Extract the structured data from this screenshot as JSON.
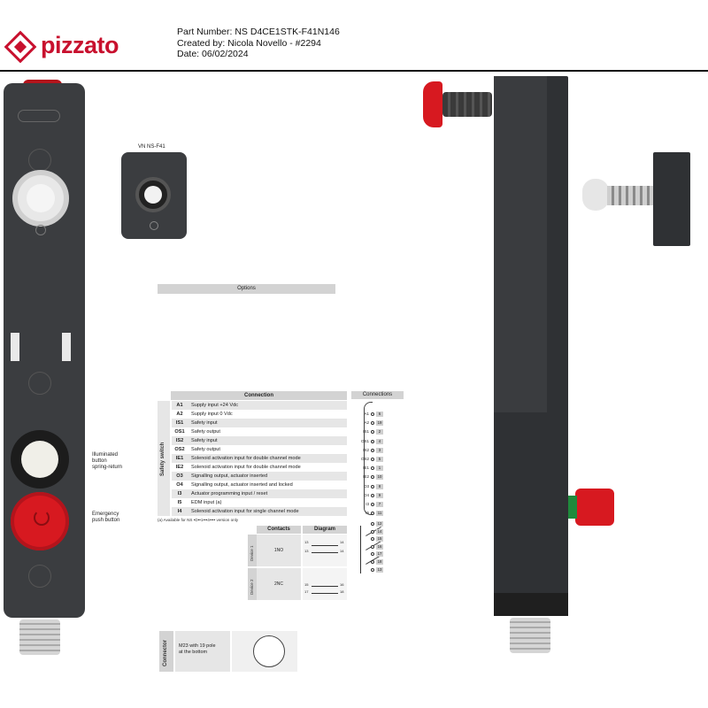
{
  "header": {
    "brand": "pizzato",
    "part_number": "Part Number: NS D4CE1STK-F41N146",
    "created_by": "Created by: Nicola Novello - #2294",
    "date": "Date: 06/02/2024"
  },
  "front_view": {
    "illuminated_label": "Illuminated\nbutton\nspring-return",
    "emergency_label": "Emergency\npush button"
  },
  "variant": {
    "label": "VN NS-F41"
  },
  "options": {
    "title": "Options"
  },
  "connection_table": {
    "title": "Connection",
    "side_label": "Safety switch",
    "rows": [
      {
        "code": "A1",
        "desc": "Supply input +24 Vdc"
      },
      {
        "code": "A2",
        "desc": "Supply input 0 Vdc"
      },
      {
        "code": "IS1",
        "desc": "Safety input"
      },
      {
        "code": "OS1",
        "desc": "Safety output"
      },
      {
        "code": "IS2",
        "desc": "Safety input"
      },
      {
        "code": "OS2",
        "desc": "Safety output"
      },
      {
        "code": "IE1",
        "desc": "Solenoid activation input for double channel mode"
      },
      {
        "code": "IE2",
        "desc": "Solenoid activation input for double channel mode"
      },
      {
        "code": "O3",
        "desc": "Signalling output, actuator inserted"
      },
      {
        "code": "O4",
        "desc": "Signalling output, actuator inserted and locked"
      },
      {
        "code": "I3",
        "desc": "Actuator programming input / reset"
      },
      {
        "code": "I5",
        "desc": "EDM input (a)"
      },
      {
        "code": "I4",
        "desc": "Solenoid activation input for single channel mode"
      }
    ],
    "footnote": "(a) Available for NS •D••1•••4•••• version only"
  },
  "connections": {
    "title": "Connections",
    "pins": [
      {
        "label": "A1",
        "num": "6"
      },
      {
        "label": "A2",
        "num": "19"
      },
      {
        "label": "IS1",
        "num": "2"
      },
      {
        "label": "OS1",
        "num": "4"
      },
      {
        "label": "IS2",
        "num": "3"
      },
      {
        "label": "OS2",
        "num": "5"
      },
      {
        "label": "IE1",
        "num": "1"
      },
      {
        "label": "IE2",
        "num": "10"
      },
      {
        "label": "O3",
        "num": "8"
      },
      {
        "label": "O4",
        "num": "9"
      },
      {
        "label": "I3",
        "num": "7"
      },
      {
        "label": "I5",
        "num": "11"
      }
    ],
    "lower_pins": [
      "12",
      "14",
      "15",
      "16",
      "17",
      "18",
      "13"
    ]
  },
  "contacts_table": {
    "head_contacts": "Contacts",
    "head_diagram": "Diagram",
    "device1_label": "Device 1",
    "device1_contacts": "1NO",
    "device2_label": "Device 2",
    "device2_contacts": "2NC",
    "d1_terms": [
      "13",
      "14",
      "13",
      "14"
    ],
    "d2_terms": [
      "15",
      "16",
      "17",
      "18"
    ]
  },
  "connector": {
    "side_label": "Connector",
    "description": "M23 with 19 pole\nat the bottom"
  }
}
